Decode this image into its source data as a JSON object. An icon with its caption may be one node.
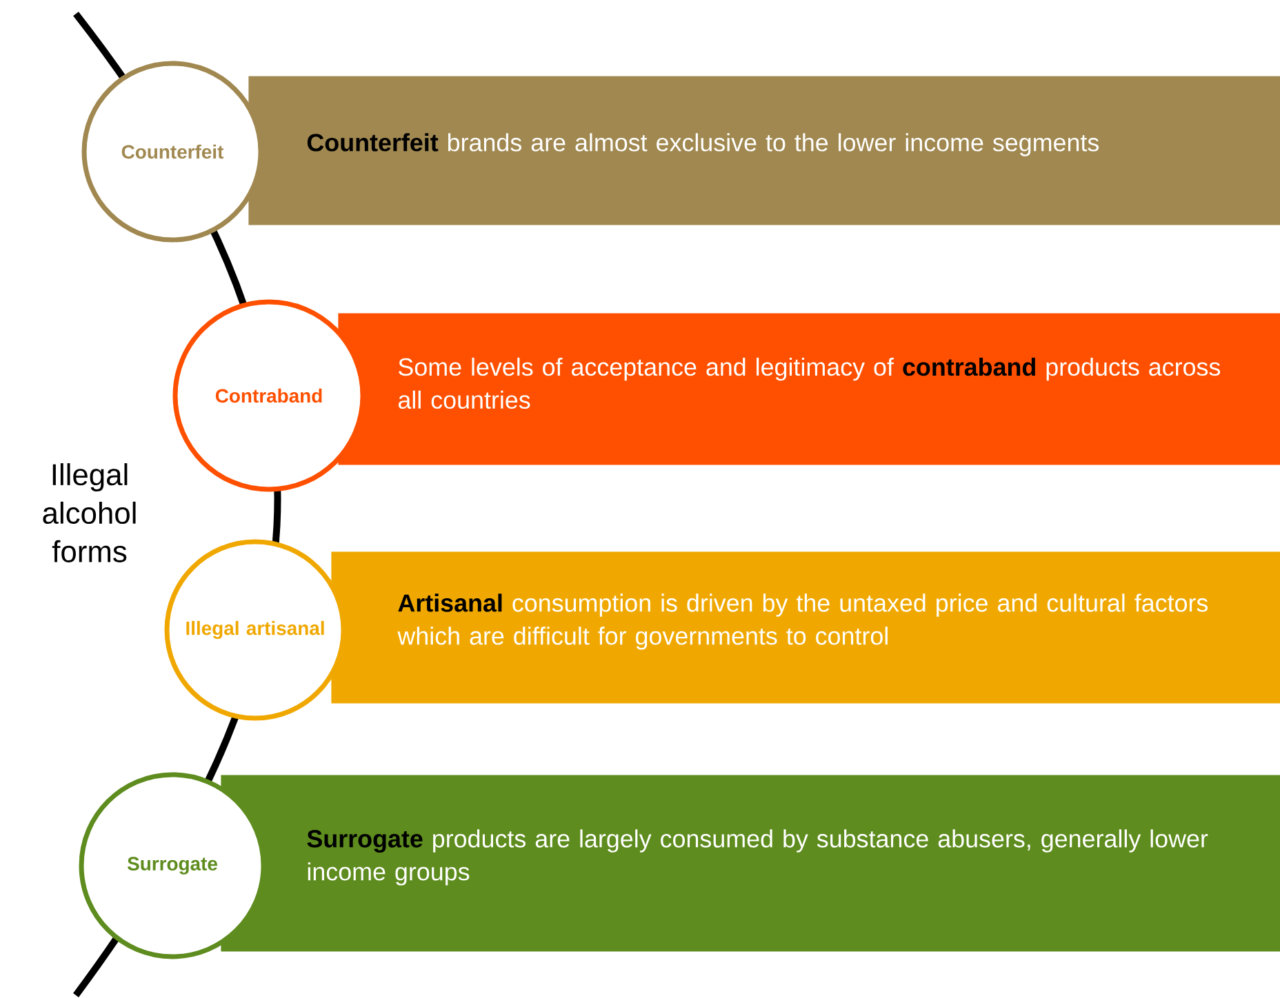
{
  "diagram": {
    "nodes": [
      {
        "text": [
          "Counterfeit"
        ]
      },
      {
        "text": [
          "**Counterfeit**  brands are almost exclusive to the lower income segments"
        ]
      },
      {
        "text": [
          "Contraband"
        ]
      },
      {
        "text": [
          "Some levels of acceptance and legitimacy of **contraband** products across all countries"
        ]
      },
      {
        "text": [
          "Illegal artisanal"
        ]
      },
      {
        "text": [
          "**Artisanal** consumption is driven by the untaxed price and cultural factors which are difficult for governments to control"
        ]
      },
      {
        "text": [
          "Surrogate"
        ]
      },
      {
        "text": [
          "**Surrogate** products are largely consumed by substance abusers, generally lower income  groups"
        ]
      }
    ],
    "labels": [
      "Illegal alcohol forms"
    ]
  }
}
